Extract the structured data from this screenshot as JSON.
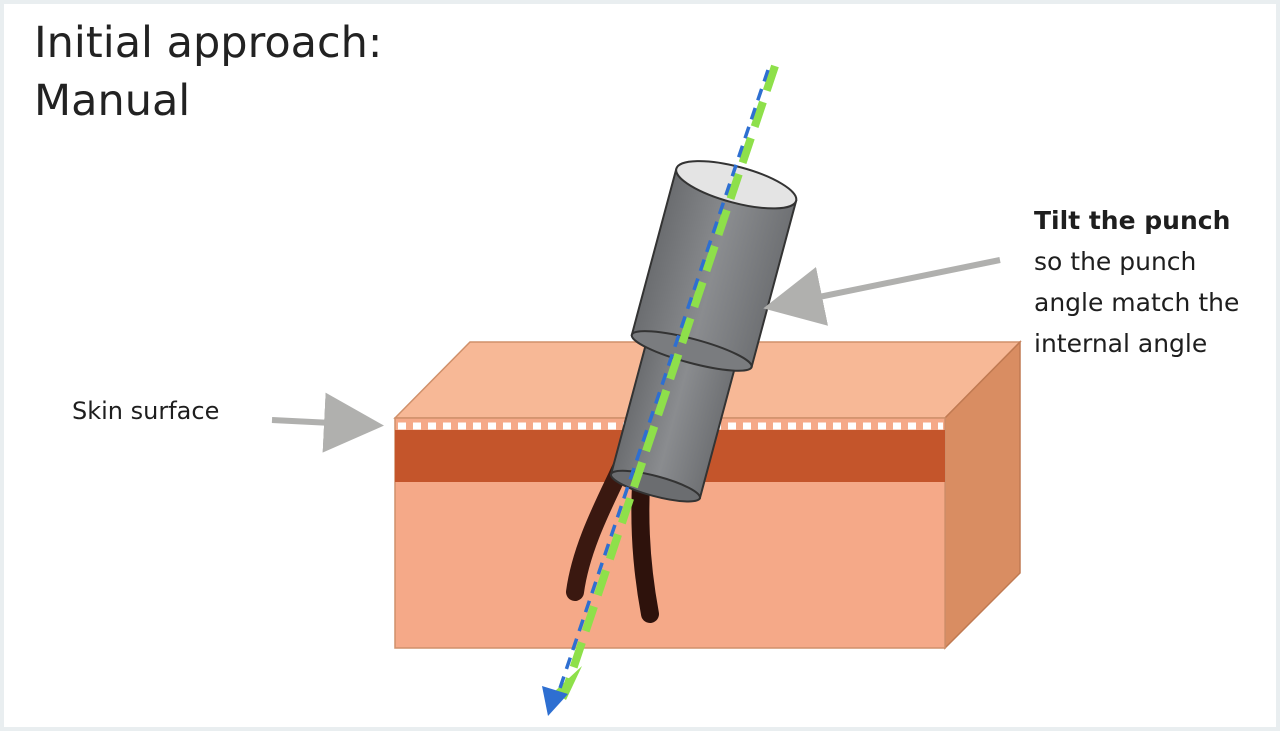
{
  "title": {
    "line1": "Initial approach:",
    "line2": "Manual"
  },
  "callout": {
    "line1_bold": "Tilt the punch",
    "line2": "so the punch",
    "line3": "angle match the",
    "line4": "internal angle"
  },
  "skin_label": "Skin surface",
  "colors": {
    "skin_top": "#f7b896",
    "skin_front": "#f5a988",
    "skin_side": "#d98d62",
    "dermis_band": "#c4552b",
    "surface_dots": "#ffffff",
    "punch_body": "#808285",
    "punch_dark": "#5e6063",
    "hair": "#3a1810",
    "axis_green": "#8ee04a",
    "axis_blue": "#2e6fd1",
    "pointer_arrow": "#b0b0ae"
  }
}
